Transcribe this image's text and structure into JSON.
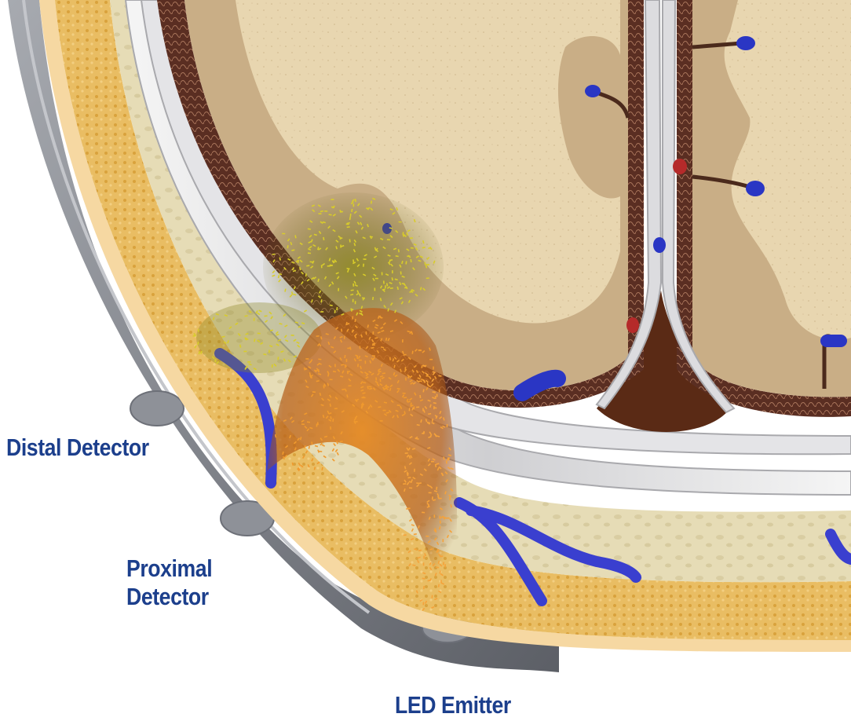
{
  "labels": {
    "distal_detector": "Distal Detector",
    "proximal_detector_line1": "Proximal",
    "proximal_detector_line2": "Detector",
    "led_emitter": "LED Emitter"
  },
  "colors": {
    "label_text": "#1c3f8c",
    "brain_tissue": "#e3cfa9",
    "gray_matter": "#c9ad85",
    "dura": "#4b2a1c",
    "bone": "#e9e0bd",
    "scalp_fat": "#e4b860",
    "meninges": "#dcdcdc",
    "vein": "#2a36c4",
    "artery": "#b52a2a",
    "light_near": "#f08a1e",
    "light_far": "#d8cc2a",
    "sensor_band": "#8c8f96"
  }
}
